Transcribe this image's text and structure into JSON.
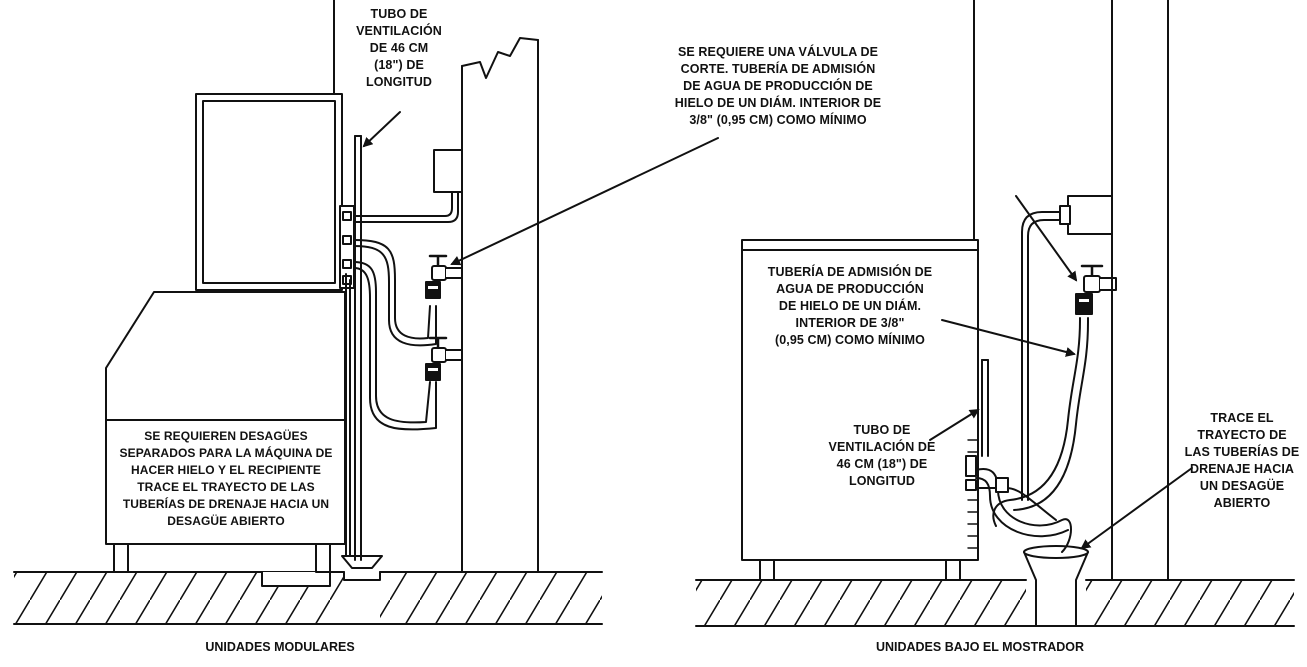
{
  "labels": {
    "vent_left": "TUBO DE\nVENTILACIÓN\nDE 46 CM\n(18\") DE\nLONGITUD",
    "valve_note": "SE REQUIERE UNA VÁLVULA DE\nCORTE. TUBERÍA DE ADMISIÓN\nDE AGUA DE PRODUCCIÓN DE\nHIELO DE UN DIÁM. INTERIOR DE\n3/8\" (0,95 CM) COMO MÍNIMO",
    "drains_left": "SE REQUIEREN DESAGÜES\nSEPARADOS PARA LA MÁQUINA DE\nHACER HIELO Y EL RECIPIENTE\nTRACE EL TRAYECTO DE LAS\nTUBERÍAS DE DRENAJE HACIA UN\nDESAGÜE ABIERTO",
    "intake_right": "TUBERÍA DE ADMISIÓN DE\nAGUA DE PRODUCCIÓN\nDE HIELO DE UN DIÁM.\nINTERIOR DE 3/8\"\n(0,95 CM) COMO MÍNIMO",
    "vent_right": "TUBO DE\nVENTILACIÓN DE\n46 CM (18\") DE\nLONGITUD",
    "drain_right": "TRACE EL\nTRAYECTO DE\nLAS TUBERÍAS DE\nDRENAJE HACIA\nUN DESAGÜE\nABIERTO"
  },
  "captions": {
    "left": "UNIDADES MODULARES",
    "right": "UNIDADES BAJO EL MOSTRADOR"
  },
  "colors": {
    "ink": "#111111",
    "background": "#ffffff"
  }
}
